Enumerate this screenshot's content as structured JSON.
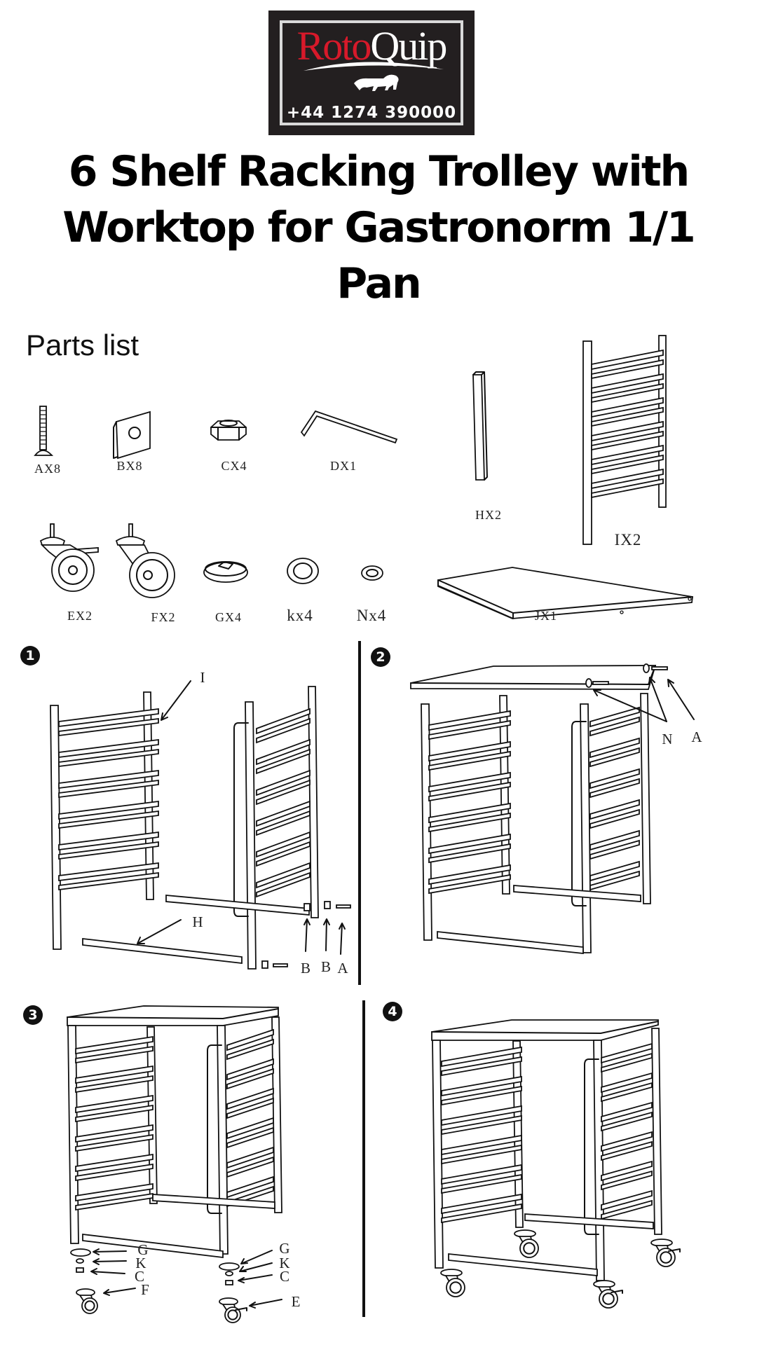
{
  "logo": {
    "brand_part1": "Roto",
    "brand_part2": "Quip",
    "phone": "+44 1274 390000",
    "colors": {
      "background": "#231f20",
      "brand_red": "#d7192a",
      "text": "#ffffff"
    }
  },
  "title": "6 Shelf Racking Trolley with Worktop for Gastronorm 1/1 Pan",
  "parts_list": {
    "heading": "Parts list",
    "items": [
      {
        "label": "AX8",
        "icon": "bolt-icon"
      },
      {
        "label": "BX8",
        "icon": "bracket-plate-icon"
      },
      {
        "label": "CX4",
        "icon": "hex-nut-icon"
      },
      {
        "label": "DX1",
        "icon": "allen-key-icon"
      },
      {
        "label": "EX2",
        "icon": "braked-castor-icon"
      },
      {
        "label": "FX2",
        "icon": "castor-icon"
      },
      {
        "label": "GX4",
        "icon": "foot-cap-icon"
      },
      {
        "label": "kx4",
        "icon": "washer-icon"
      },
      {
        "label": "Nx4",
        "icon": "small-washer-icon"
      },
      {
        "label": "HX2",
        "icon": "cross-bar-icon"
      },
      {
        "label": "IX2",
        "icon": "rack-side-frame-icon"
      },
      {
        "label": "JX1",
        "icon": "worktop-icon"
      }
    ]
  },
  "steps": [
    {
      "number": "1",
      "callouts": [
        "I",
        "H",
        "B",
        "B",
        "A"
      ]
    },
    {
      "number": "2",
      "callouts": [
        "N",
        "A"
      ]
    },
    {
      "number": "3",
      "callouts": [
        "G",
        "K",
        "C",
        "F",
        "G",
        "K",
        "C",
        "E"
      ]
    },
    {
      "number": "4",
      "callouts": []
    }
  ]
}
